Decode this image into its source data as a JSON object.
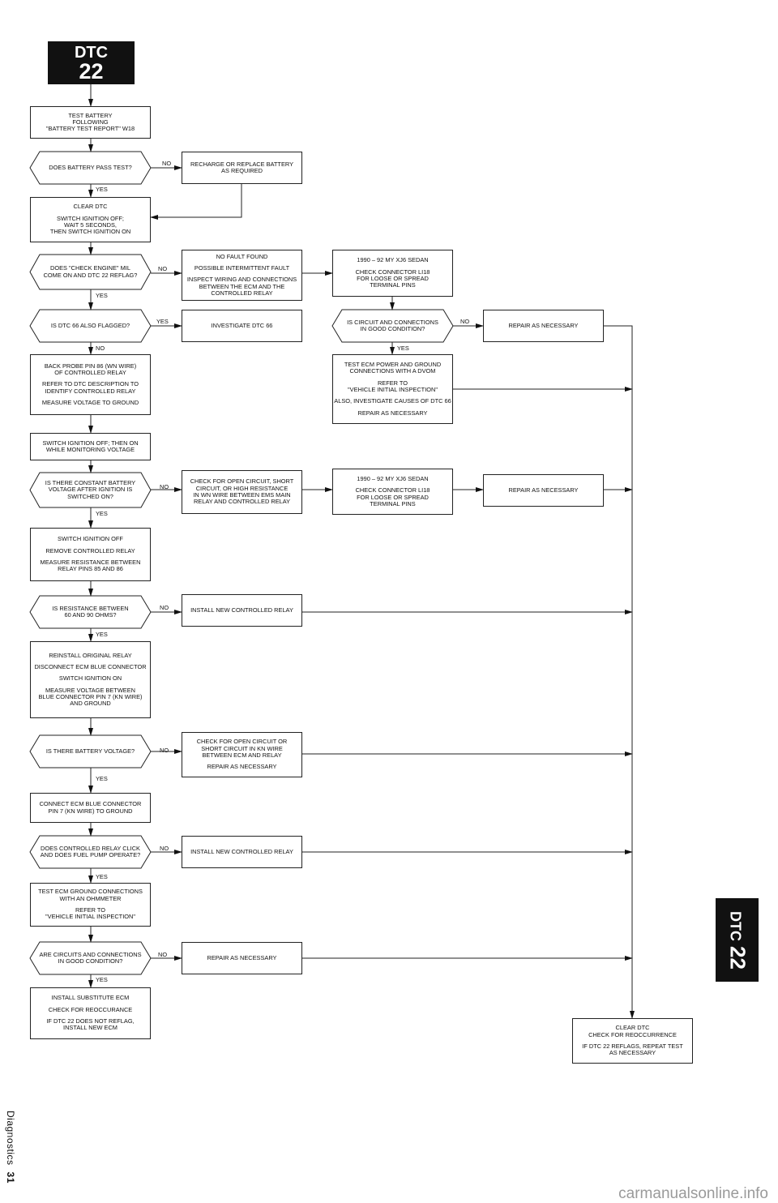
{
  "header": {
    "badge_line1": "DTC",
    "badge_line2": "22"
  },
  "side_tab": {
    "line1": "DTC",
    "line2": "22"
  },
  "footer": {
    "section": "Diagnostics",
    "page": "31",
    "watermark": "carmanualsonline.info"
  },
  "labels": {
    "yes": "YES",
    "no": "NO"
  },
  "steps": {
    "test_battery": [
      "TEST BATTERY",
      "FOLLOWING",
      "\"BATTERY TEST REPORT\" W18"
    ],
    "q_battery": [
      "DOES BATTERY PASS TEST?"
    ],
    "recharge": [
      "RECHARGE OR REPLACE BATTERY",
      "AS REQUIRED"
    ],
    "clear_dtc": [
      "CLEAR DTC",
      "",
      "SWITCH IGNITION OFF;",
      "WAIT 5 SECONDS,",
      "THEN SWITCH IGNITION ON"
    ],
    "q_mil": [
      "DOES \"CHECK ENGINE\" MIL",
      "COME ON AND DTC 22 REFLAG?"
    ],
    "no_fault": [
      "NO FAULT FOUND",
      "",
      "POSSIBLE INTERMITTENT FAULT",
      "",
      "INSPECT WIRING AND CONNECTIONS",
      "BETWEEN THE ECM AND THE",
      "CONTROLLED RELAY"
    ],
    "xj6_a": [
      "1990 – 92 MY XJ6 SEDAN",
      "",
      "CHECK CONNECTOR LI18",
      "FOR LOOSE OR SPREAD",
      "TERMINAL PINS"
    ],
    "q_dtc66": [
      "IS DTC 66 ALSO FLAGGED?"
    ],
    "investigate66": [
      "INVESTIGATE DTC 66"
    ],
    "q_circuit_a": [
      "IS CIRCUIT AND CONNECTIONS",
      "IN GOOD CONDITION?"
    ],
    "repair_a": [
      "REPAIR AS NECESSARY"
    ],
    "back_probe": [
      "BACK PROBE PIN 86 (WN WIRE)",
      "OF CONTROLLED RELAY",
      "",
      "REFER TO DTC DESCRIPTION TO",
      "IDENTIFY CONTROLLED RELAY",
      "",
      "MEASURE VOLTAGE TO GROUND"
    ],
    "test_ecm_power": [
      "TEST ECM POWER AND GROUND",
      "CONNECTIONS WITH A DVOM",
      "",
      "REFER TO",
      "\"VEHICLE INITIAL INSPECTION\"",
      "",
      "ALSO, INVESTIGATE CAUSES OF DTC 66",
      "",
      "REPAIR AS NECESSARY"
    ],
    "switch_monitor": [
      "SWITCH IGNITION OFF; THEN ON",
      "WHILE MONITORING VOLTAGE"
    ],
    "q_constant": [
      "IS THERE CONSTANT BATTERY",
      "VOLTAGE AFTER IGNITION IS",
      "SWITCHED ON?"
    ],
    "check_open_a": [
      "CHECK FOR OPEN CIRCUIT, SHORT",
      "CIRCUIT, OR HIGH RESISTANCE",
      "IN WN WIRE BETWEEN EMS MAIN",
      "RELAY AND CONTROLLED RELAY"
    ],
    "xj6_b": [
      "1990 – 92 MY XJ6 SEDAN",
      "",
      "CHECK CONNECTOR LI18",
      "FOR LOOSE OR SPREAD",
      "TERMINAL PINS"
    ],
    "repair_b": [
      "REPAIR AS NECESSARY"
    ],
    "switch_off_remove": [
      "SWITCH IGNITION OFF",
      "",
      "REMOVE CONTROLLED RELAY",
      "",
      "MEASURE RESISTANCE BETWEEN",
      "RELAY PINS 85 AND 86"
    ],
    "q_resistance": [
      "IS RESISTANCE BETWEEN",
      "60 AND 90 OHMS?"
    ],
    "install_relay_a": [
      "INSTALL NEW CONTROLLED RELAY"
    ],
    "reinstall": [
      "REINSTALL ORIGINAL RELAY",
      "",
      "DISCONNECT ECM BLUE CONNECTOR",
      "",
      "SWITCH IGNITION ON",
      "",
      "MEASURE VOLTAGE BETWEEN",
      "BLUE CONNECTOR PIN 7 (KN WIRE)",
      "AND GROUND"
    ],
    "q_batt_voltage": [
      "IS THERE BATTERY VOLTAGE?"
    ],
    "check_open_b": [
      "CHECK FOR OPEN CIRCUIT OR",
      "SHORT CIRCUIT IN KN WIRE",
      "BETWEEN ECM AND RELAY",
      "",
      "REPAIR AS NECESSARY"
    ],
    "connect_blue": [
      "CONNECT ECM BLUE CONNECTOR",
      "PIN 7 (KN WIRE) TO GROUND"
    ],
    "q_relay_click": [
      "DOES CONTROLLED RELAY CLICK",
      "AND DOES FUEL PUMP OPERATE?"
    ],
    "install_relay_b": [
      "INSTALL NEW CONTROLLED RELAY"
    ],
    "test_ground": [
      "TEST ECM GROUND CONNECTIONS",
      "WITH AN OHMMETER",
      "",
      "REFER TO",
      "\"VEHICLE INITIAL INSPECTION\""
    ],
    "q_circuit_b": [
      "ARE CIRCUITS AND CONNECTIONS",
      "IN GOOD CONDITION?"
    ],
    "repair_c": [
      "REPAIR AS NECESSARY"
    ],
    "install_ecm": [
      "INSTALL SUBSTITUTE ECM",
      "",
      "CHECK FOR REOCCURANCE",
      "",
      "IF DTC 22 DOES NOT REFLAG,",
      "INSTALL NEW ECM"
    ],
    "clear_final": [
      "CLEAR DTC",
      "CHECK FOR REOCCURRENCE",
      "",
      "IF DTC 22 REFLAGS, REPEAT TEST",
      "AS NECESSARY"
    ]
  }
}
